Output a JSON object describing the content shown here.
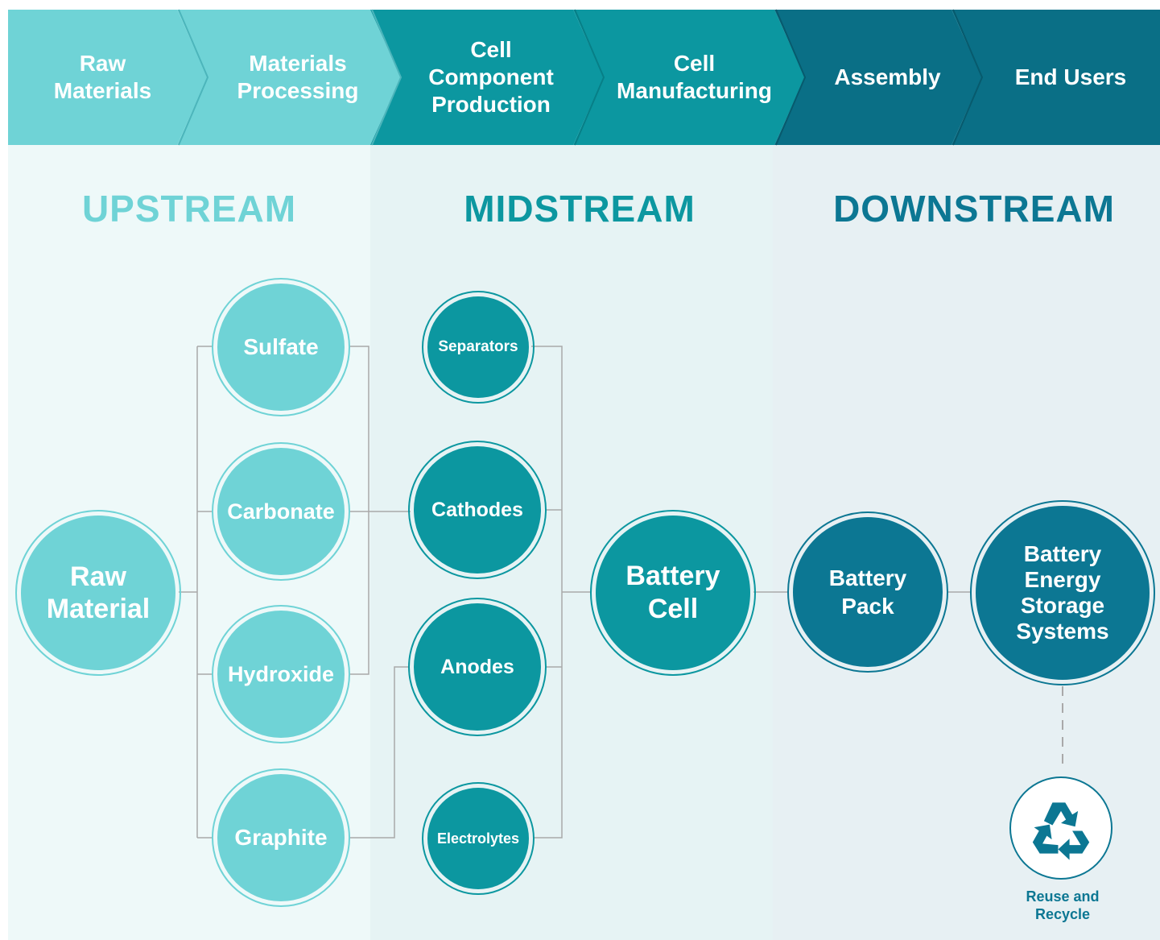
{
  "stages": [
    {
      "id": "raw-materials",
      "label": "Raw\nMaterials"
    },
    {
      "id": "materials-processing",
      "label": "Materials\nProcessing"
    },
    {
      "id": "cell-component-production",
      "label": "Cell\nComponent\nProduction"
    },
    {
      "id": "cell-manufacturing",
      "label": "Cell\nManufacturing"
    },
    {
      "id": "assembly",
      "label": "Assembly"
    },
    {
      "id": "end-users",
      "label": "End Users"
    }
  ],
  "sections": {
    "upstream": "UPSTREAM",
    "midstream": "MIDSTREAM",
    "downstream": "DOWNSTREAM"
  },
  "nodes": {
    "raw_material": "Raw\nMaterial",
    "sulfate": "Sulfate",
    "carbonate": "Carbonate",
    "hydroxide": "Hydroxide",
    "graphite": "Graphite",
    "separators": "Separators",
    "cathodes": "Cathodes",
    "anodes": "Anodes",
    "electrolytes": "Electrolytes",
    "battery_cell": "Battery\nCell",
    "battery_pack": "Battery\nPack",
    "bess": "Battery\nEnergy\nStorage\nSystems"
  },
  "recycle": {
    "icon": "recycle-icon",
    "label": "Reuse and\nRecycle"
  },
  "colors": {
    "light_teal": "#6fd3d6",
    "mid_teal": "#0c97a0",
    "dark_teal": "#0c7793",
    "arrow_dark": "#0a6f86",
    "upstream_bg": "#eef9f9",
    "midstream_bg": "#e6f3f4",
    "downstream_bg": "#e7f0f3",
    "connector": "#a9a9a9"
  }
}
